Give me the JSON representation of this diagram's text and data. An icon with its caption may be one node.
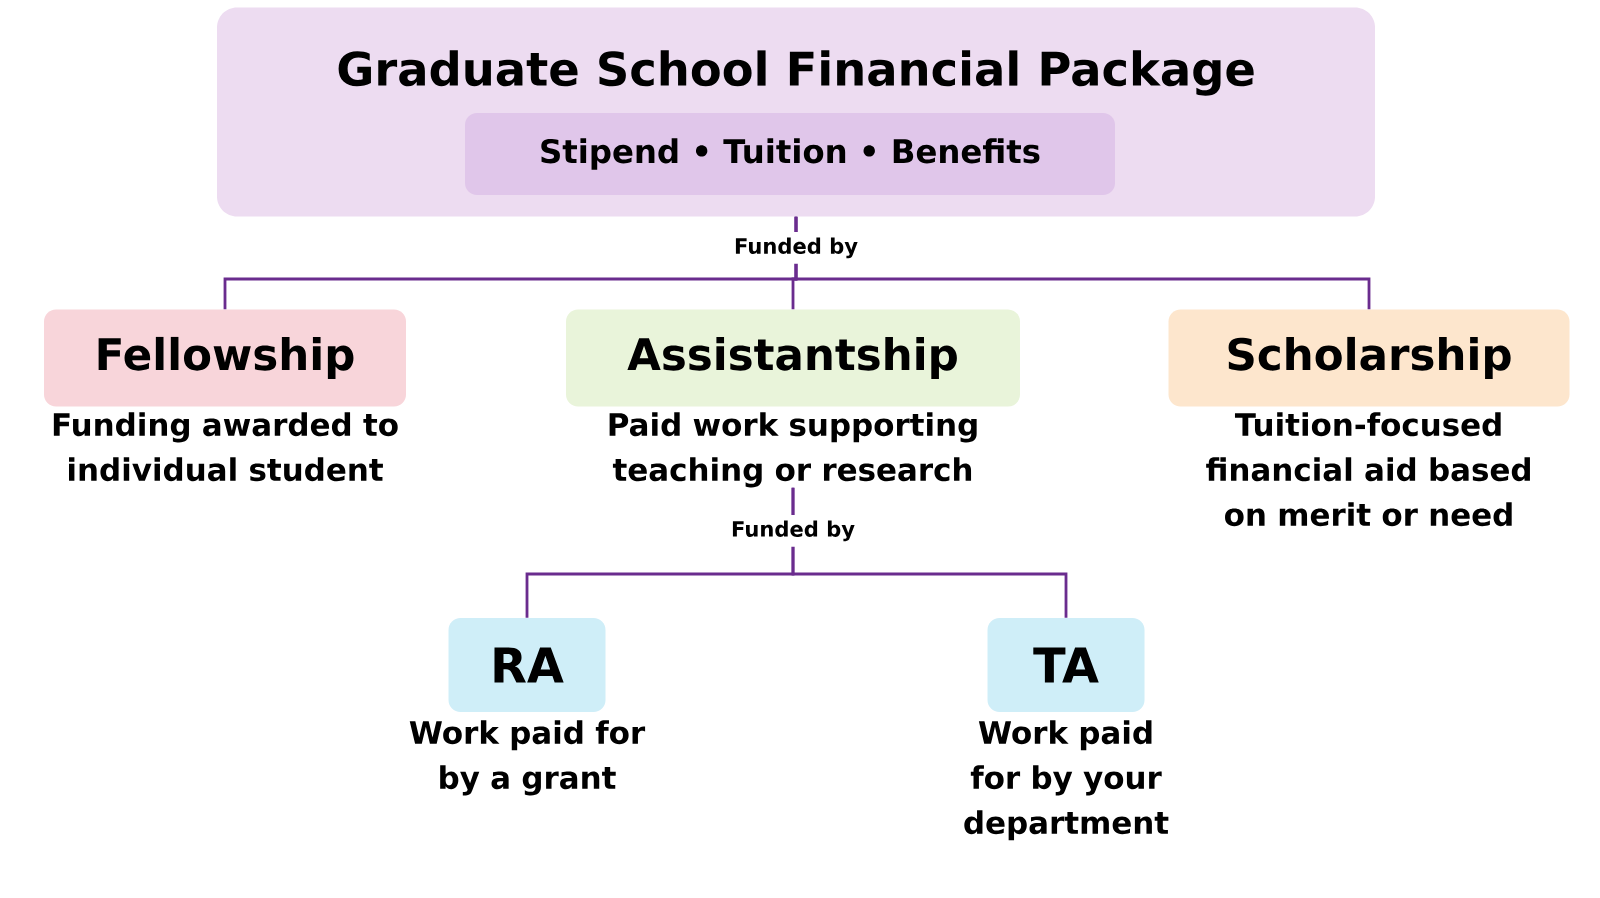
{
  "diagram": {
    "nodes": [
      {
        "text": [
          "Graduate School Financial Package"
        ]
      },
      {
        "text": [
          "Stipend • Tuition • Benefits"
        ],
        "in": 0
      },
      {
        "text": [
          "Fellowship"
        ],
        "beside": [
          "Funding awarded to individual student"
        ]
      },
      {
        "text": [
          "Assistantship"
        ],
        "beside": [
          "Paid work supporting teaching or research"
        ]
      },
      {
        "text": [
          "Scholarship"
        ],
        "beside": [
          "Tuition-focused financial aid based on merit or need"
        ]
      },
      {
        "text": [
          "RA"
        ],
        "beside": [
          "Work paid for by a grant"
        ]
      },
      {
        "text": [
          "TA"
        ],
        "beside": [
          "Work paid for by your department"
        ]
      }
    ],
    "edges": [
      {
        "from": 0,
        "to": 2,
        "arrow": "none"
      },
      {
        "from": 0,
        "to": 3,
        "arrow": "none",
        "label": "Funded by"
      },
      {
        "from": 0,
        "to": 4,
        "arrow": "none"
      },
      {
        "from": 3,
        "to": 5,
        "arrow": "none",
        "label": "Funded by"
      },
      {
        "from": 3,
        "to": 6,
        "arrow": "none"
      }
    ]
  }
}
